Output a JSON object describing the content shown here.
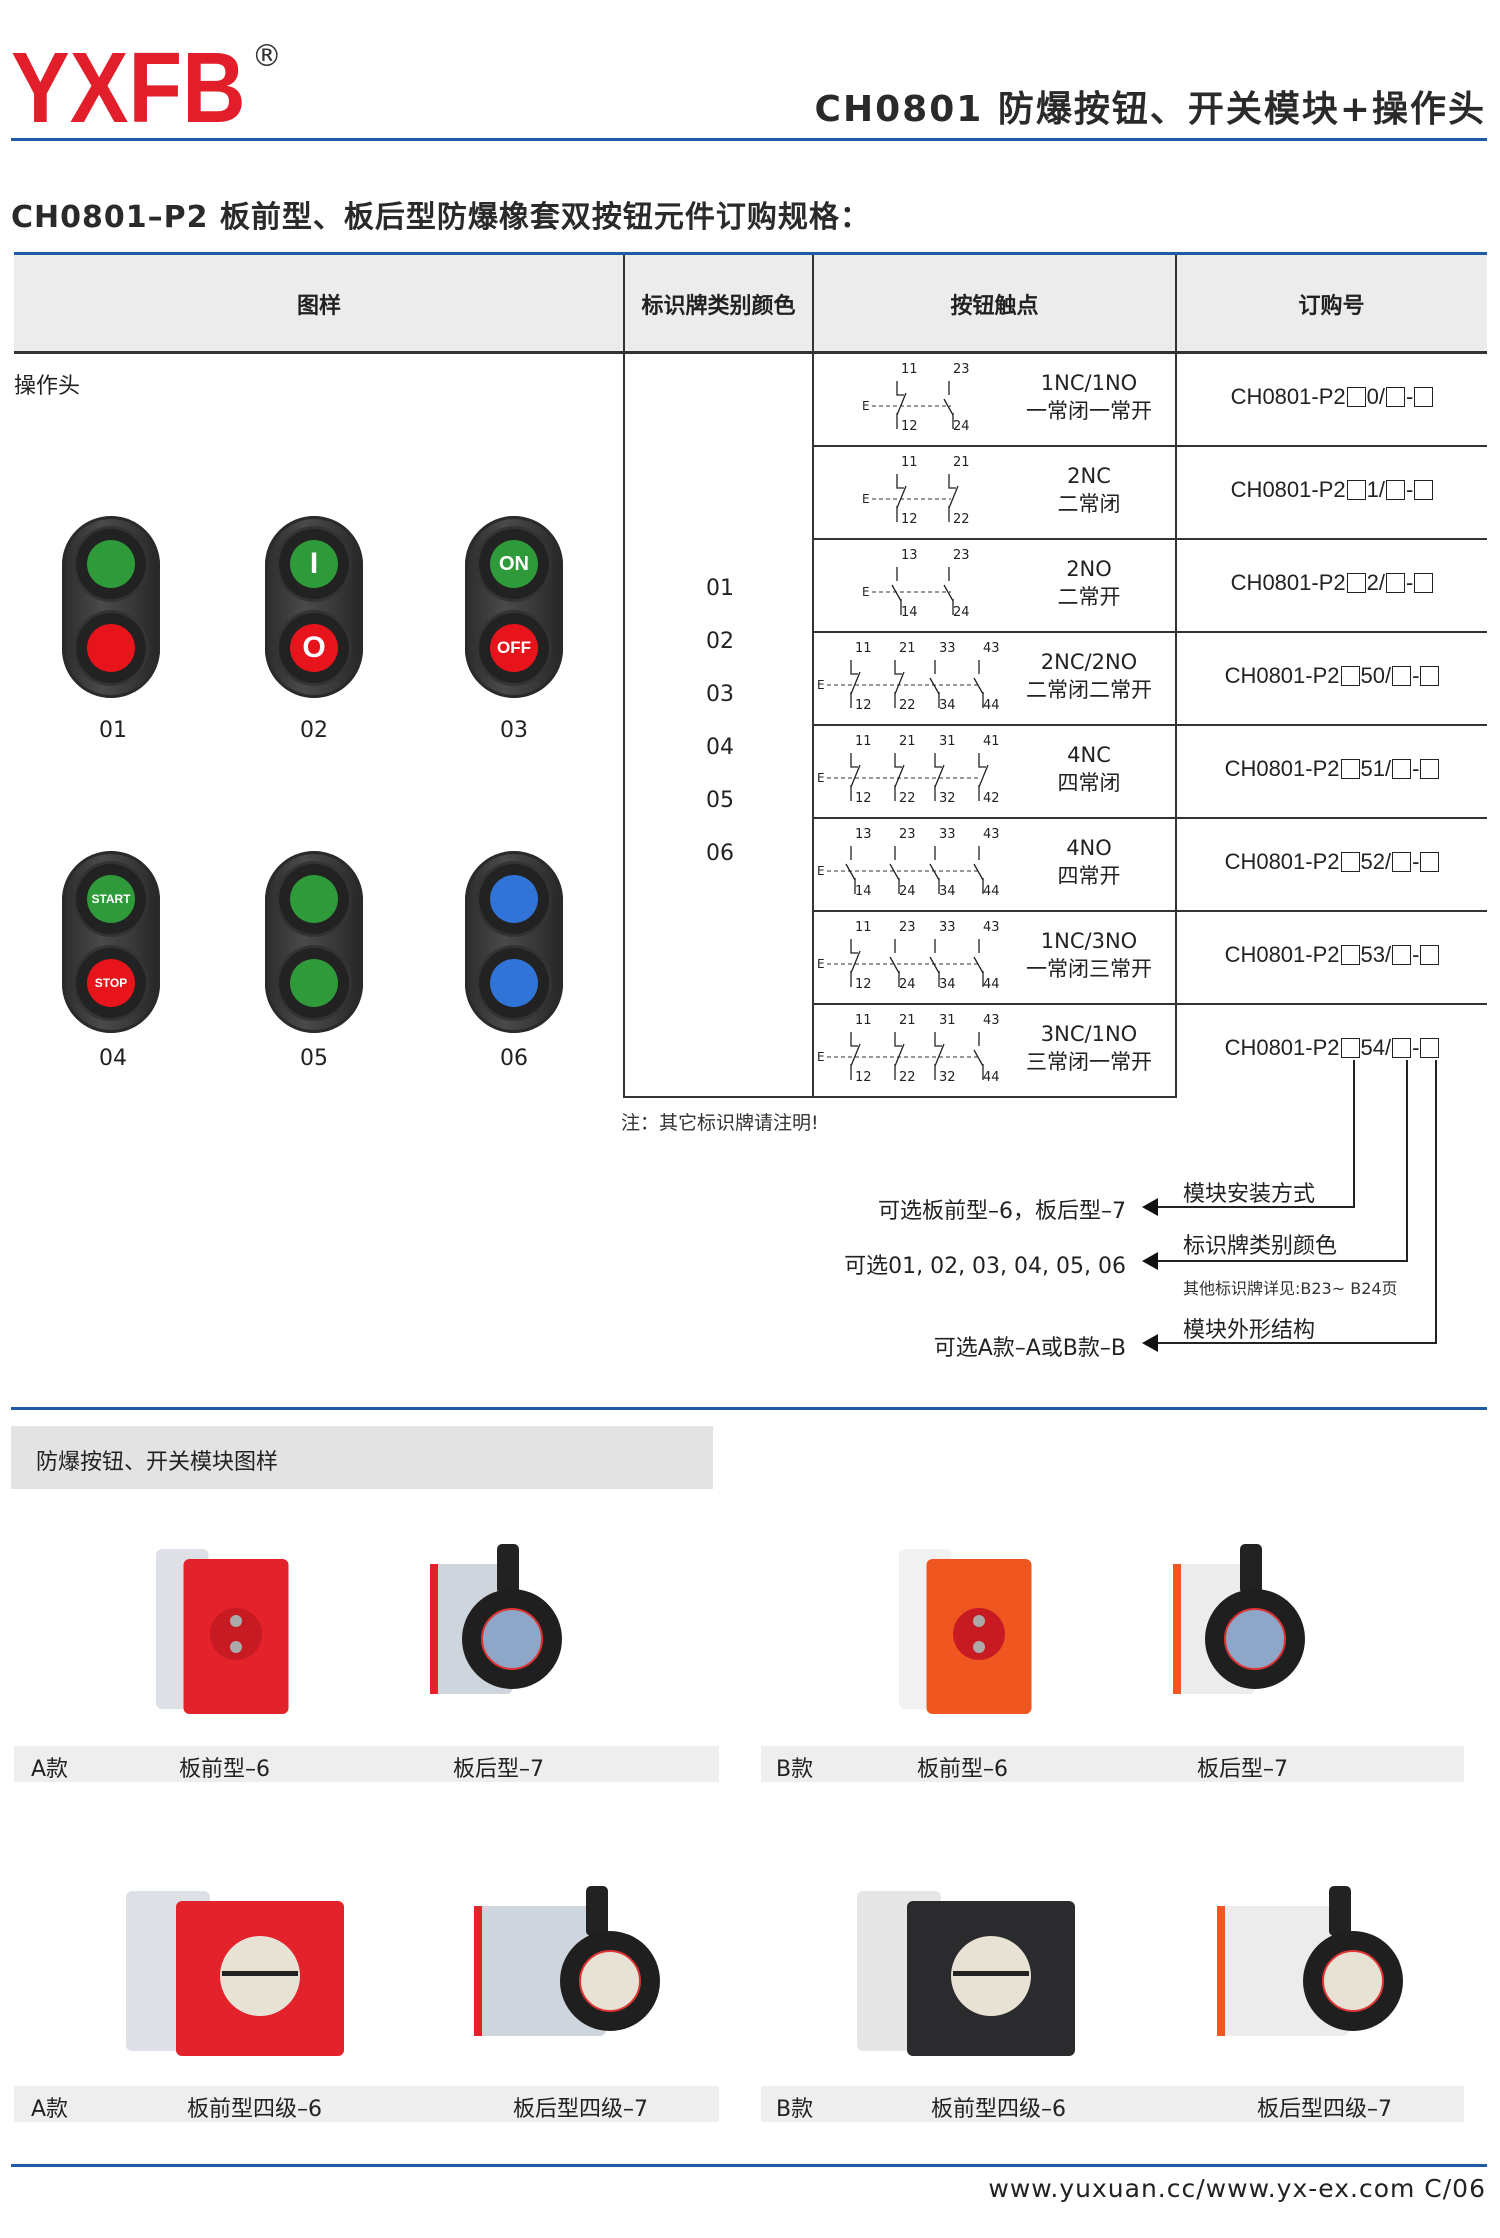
{
  "header": {
    "logo": "YXFB",
    "registered": "®",
    "title": "CH0801 防爆按钮、开关模块+操作头"
  },
  "subtitle": "CH0801–P2 板前型、板后型防爆橡套双按钮元件订购规格：",
  "table": {
    "headers": [
      "图样",
      "标识牌类别颜色",
      "按钮触点",
      "订购号"
    ],
    "operator_label": "操作头",
    "buttons": [
      {
        "code": "01",
        "top": {
          "color": "#2e9a3a",
          "text": ""
        },
        "bottom": {
          "color": "#e8141b",
          "text": ""
        }
      },
      {
        "code": "02",
        "top": {
          "color": "#2e9a3a",
          "text": "I"
        },
        "bottom": {
          "color": "#e8141b",
          "text": "O"
        }
      },
      {
        "code": "03",
        "top": {
          "color": "#2e9a3a",
          "text": "ON"
        },
        "bottom": {
          "color": "#e8141b",
          "text": "OFF"
        }
      },
      {
        "code": "04",
        "top": {
          "color": "#2e9a3a",
          "text": "START"
        },
        "bottom": {
          "color": "#e8141b",
          "text": "STOP"
        }
      },
      {
        "code": "05",
        "top": {
          "color": "#2e9a3a",
          "text": ""
        },
        "bottom": {
          "color": "#2e9a3a",
          "text": ""
        }
      },
      {
        "code": "06",
        "top": {
          "color": "#2f74d6",
          "text": ""
        },
        "bottom": {
          "color": "#2f74d6",
          "text": ""
        }
      }
    ],
    "plate_codes": [
      "01",
      "02",
      "03",
      "04",
      "05",
      "06"
    ],
    "contact_prefix": "E",
    "order_dash": "-",
    "rows": [
      {
        "contacts": [
          {
            "t": "11",
            "b": "12",
            "type": "NC"
          },
          {
            "t": "23",
            "b": "24",
            "type": "NO"
          }
        ],
        "spec": "1NC/1NO",
        "spec_cn": "一常闭一常开",
        "order_prefix": "CH0801-P2",
        "order_code": "0/"
      },
      {
        "contacts": [
          {
            "t": "11",
            "b": "12",
            "type": "NC"
          },
          {
            "t": "21",
            "b": "22",
            "type": "NC"
          }
        ],
        "spec": "2NC",
        "spec_cn": "二常闭",
        "order_prefix": "CH0801-P2",
        "order_code": "1/"
      },
      {
        "contacts": [
          {
            "t": "13",
            "b": "14",
            "type": "NO"
          },
          {
            "t": "23",
            "b": "24",
            "type": "NO"
          }
        ],
        "spec": "2NO",
        "spec_cn": "二常开",
        "order_prefix": "CH0801-P2",
        "order_code": "2/"
      },
      {
        "contacts": [
          {
            "t": "11",
            "b": "12",
            "type": "NC"
          },
          {
            "t": "21",
            "b": "22",
            "type": "NC"
          },
          {
            "t": "33",
            "b": "34",
            "type": "NO"
          },
          {
            "t": "43",
            "b": "44",
            "type": "NO"
          }
        ],
        "spec": "2NC/2NO",
        "spec_cn": "二常闭二常开",
        "order_prefix": "CH0801-P2",
        "order_code": "50/"
      },
      {
        "contacts": [
          {
            "t": "11",
            "b": "12",
            "type": "NC"
          },
          {
            "t": "21",
            "b": "22",
            "type": "NC"
          },
          {
            "t": "31",
            "b": "32",
            "type": "NC"
          },
          {
            "t": "41",
            "b": "42",
            "type": "NC"
          }
        ],
        "spec": "4NC",
        "spec_cn": "四常闭",
        "order_prefix": "CH0801-P2",
        "order_code": "51/"
      },
      {
        "contacts": [
          {
            "t": "13",
            "b": "14",
            "type": "NO"
          },
          {
            "t": "23",
            "b": "24",
            "type": "NO"
          },
          {
            "t": "33",
            "b": "34",
            "type": "NO"
          },
          {
            "t": "43",
            "b": "44",
            "type": "NO"
          }
        ],
        "spec": "4NO",
        "spec_cn": "四常开",
        "order_prefix": "CH0801-P2",
        "order_code": "52/"
      },
      {
        "contacts": [
          {
            "t": "11",
            "b": "12",
            "type": "NC"
          },
          {
            "t": "23",
            "b": "24",
            "type": "NO"
          },
          {
            "t": "33",
            "b": "34",
            "type": "NO"
          },
          {
            "t": "43",
            "b": "44",
            "type": "NO"
          }
        ],
        "spec": "1NC/3NO",
        "spec_cn": "一常闭三常开",
        "order_prefix": "CH0801-P2",
        "order_code": "53/"
      },
      {
        "contacts": [
          {
            "t": "11",
            "b": "12",
            "type": "NC"
          },
          {
            "t": "21",
            "b": "22",
            "type": "NC"
          },
          {
            "t": "31",
            "b": "32",
            "type": "NC"
          },
          {
            "t": "43",
            "b": "44",
            "type": "NO"
          }
        ],
        "spec": "3NC/1NO",
        "spec_cn": "三常闭一常开",
        "order_prefix": "CH0801-P2",
        "order_code": "54/"
      }
    ]
  },
  "note": "注：其它标识牌请注明!",
  "legend": [
    {
      "label": "模块安装方式",
      "option": "可选板前型–6，板后型–7"
    },
    {
      "label": "标识牌类别颜色",
      "option": "可选01, 02, 03, 04, 05, 06",
      "note": "其他标识牌详见:B23~ B24页"
    },
    {
      "label": "模块外形结构",
      "option": "可选A款–A或B款–B"
    }
  ],
  "gallery": {
    "title": "防爆按钮、开关模块图样",
    "rows": [
      {
        "groups": [
          {
            "variant": "A款",
            "items": [
              {
                "label": "板前型–6",
                "kind": "a-front"
              },
              {
                "label": "板后型–7",
                "kind": "a-rear"
              }
            ]
          },
          {
            "variant": "B款",
            "items": [
              {
                "label": "板前型–6",
                "kind": "b-front"
              },
              {
                "label": "板后型–7",
                "kind": "b-rear"
              }
            ]
          }
        ]
      },
      {
        "groups": [
          {
            "variant": "A款",
            "items": [
              {
                "label": "板前型四级–6",
                "kind": "a-front4"
              },
              {
                "label": "板后型四级–7",
                "kind": "a-rear4"
              }
            ]
          },
          {
            "variant": "B款",
            "items": [
              {
                "label": "板前型四级–6",
                "kind": "b-front4"
              },
              {
                "label": "板后型四级–7",
                "kind": "b-rear4"
              }
            ]
          }
        ]
      }
    ]
  },
  "footer": "www.yuxuan.cc/www.yx-ex.com  C/06"
}
